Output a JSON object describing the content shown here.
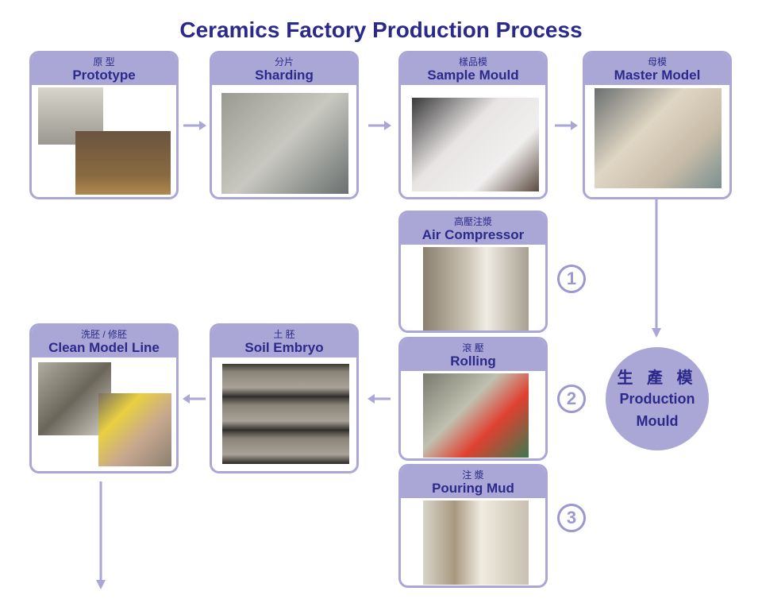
{
  "title": "Ceramics Factory Production Process",
  "colors": {
    "accent": "#aaa6d6",
    "text": "#2b2a8a",
    "arrow": "#aaa6d6"
  },
  "steps": [
    {
      "id": "prototype",
      "zh": "原 型",
      "en": "Prototype",
      "images": [
        "white cup prototype",
        "two textured ceramic cups"
      ]
    },
    {
      "id": "sharding",
      "zh": "分片",
      "en": "Sharding",
      "images": [
        "worker cutting plaster block"
      ]
    },
    {
      "id": "sample-mould",
      "zh": "樣品模",
      "en": "Sample Mould",
      "images": [
        "white plaster sample moulds"
      ]
    },
    {
      "id": "master-model",
      "zh": "母模",
      "en": "Master Model",
      "images": [
        "master model with cylindrical form"
      ]
    },
    {
      "id": "air-compressor",
      "zh": "高壓注漿",
      "en": "Air Compressor",
      "images": [
        "stacked moulds in workshop"
      ]
    },
    {
      "id": "rolling",
      "zh": "滾 壓",
      "en": "Rolling",
      "images": [
        "worker at rolling machine with red crate"
      ]
    },
    {
      "id": "pouring-mud",
      "zh": "注 漿",
      "en": "Pouring  Mud",
      "images": [
        "rows of moulds being filled"
      ]
    },
    {
      "id": "soil-embryo",
      "zh": "土 胚",
      "en": "Soil Embryo",
      "images": [
        "shelves of unfired teapots"
      ]
    },
    {
      "id": "clean-model-line",
      "zh": "洗胚 / 修胚",
      "en": "Clean Model Line",
      "images": [
        "workers cleaning pieces",
        "hand sponging teapot"
      ]
    }
  ],
  "production": {
    "zh": "生 產 模",
    "en_line1": "Production",
    "en_line2": "Mould"
  },
  "method_numbers": [
    "1",
    "2",
    "3"
  ]
}
